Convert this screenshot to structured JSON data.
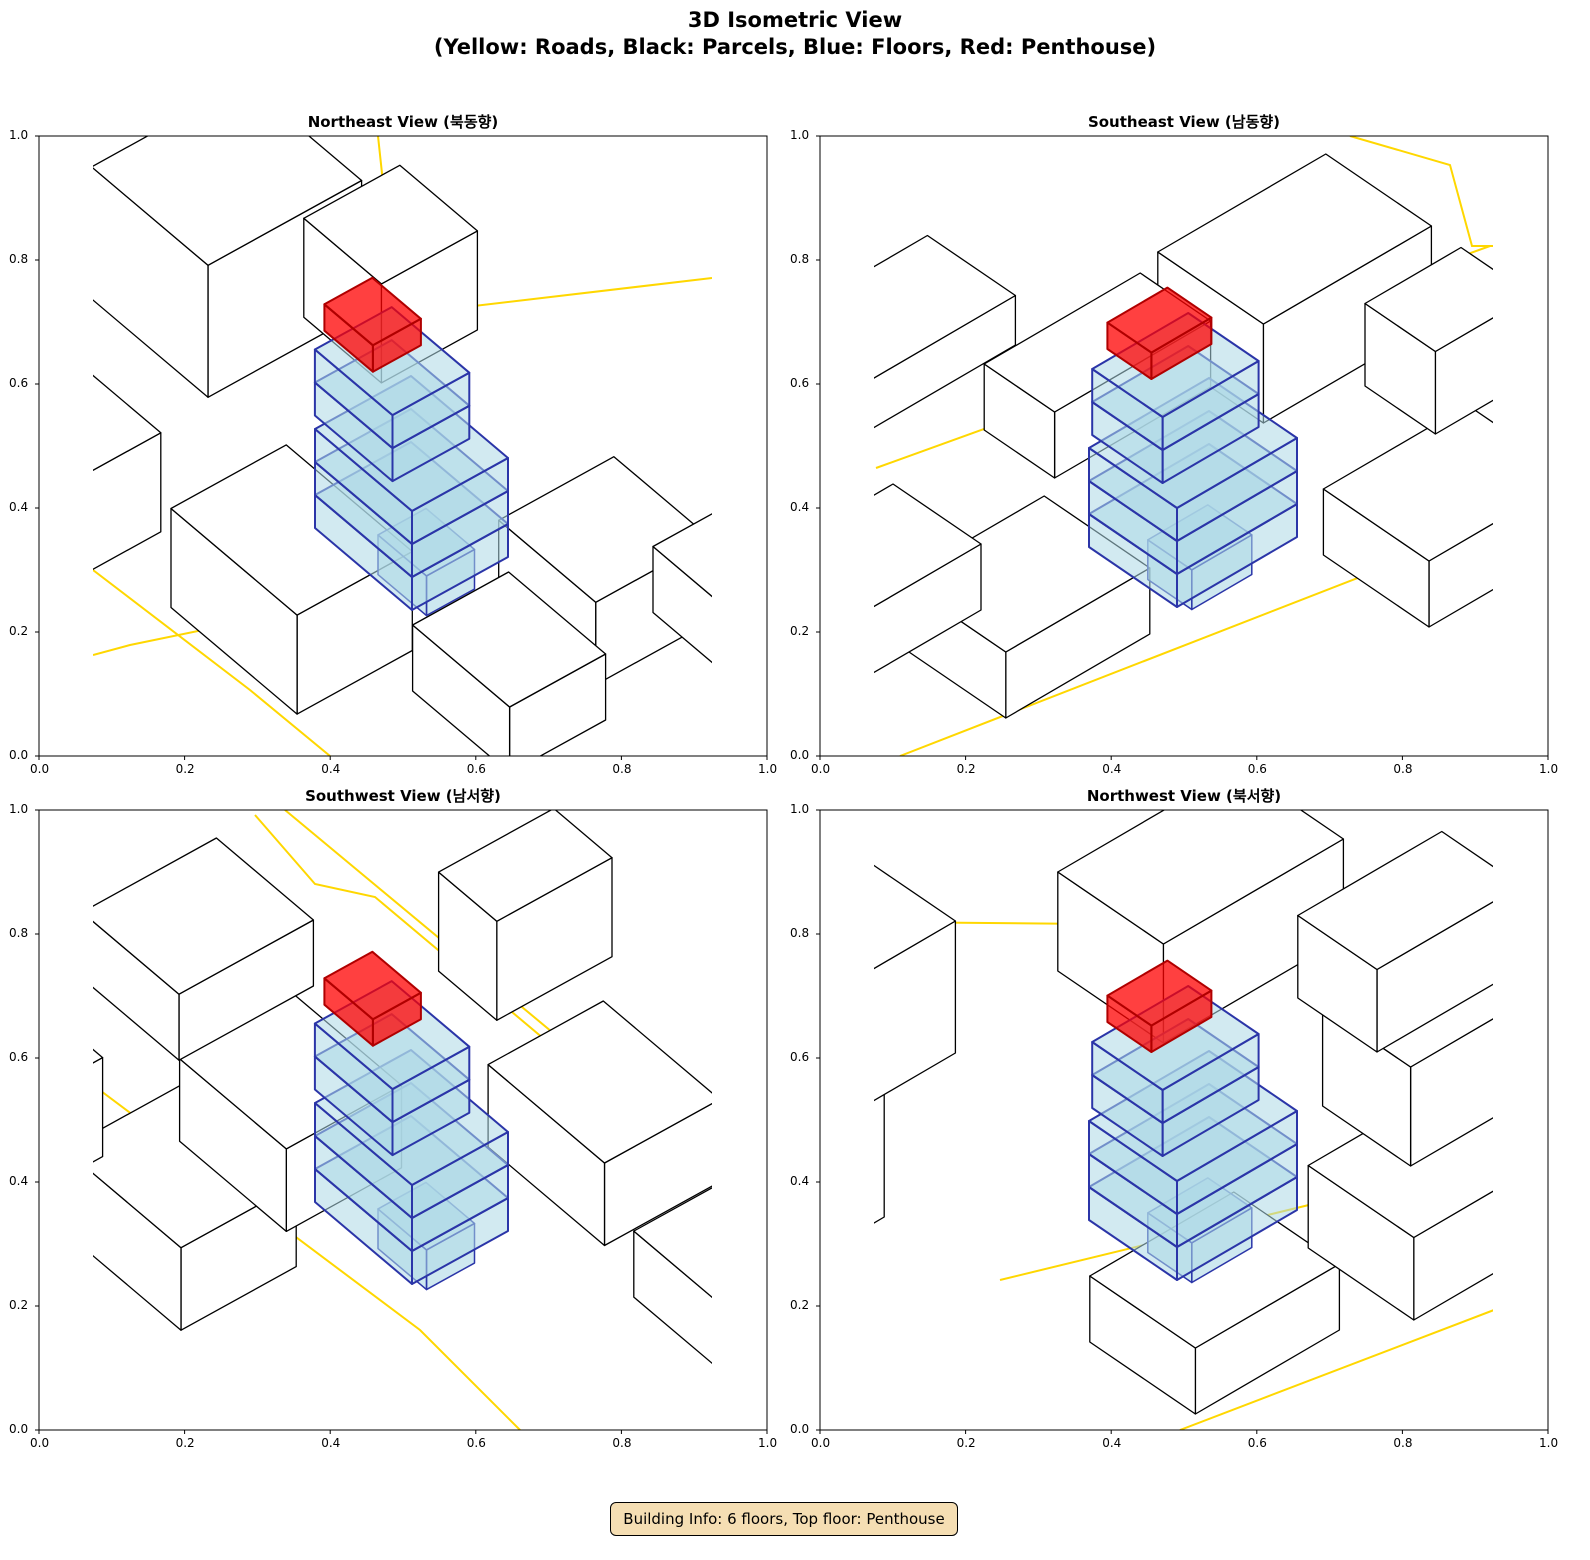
{
  "title_line1": "3D Isometric View",
  "title_line2": "(Yellow: Roads, Black: Parcels, Blue: Floors, Red: Penthouse)",
  "info": "Building Info: 6 floors, Top floor: Penthouse",
  "colors": {
    "road": "#ffd700",
    "parcel": "#000000",
    "floor_fill": "#add8e6",
    "floor_edge": "#2b35a8",
    "penthouse": "#ff0000"
  },
  "chart_data": [
    {
      "type": "diagram",
      "title": "Northeast View (북동향)",
      "xlim": [
        0,
        1
      ],
      "ylim": [
        0,
        1
      ],
      "xticks": [
        "0.0",
        "0.2",
        "0.4",
        "0.6",
        "0.8",
        "1.0"
      ],
      "yticks": [
        "0.0",
        "0.2",
        "0.4",
        "0.6",
        "0.8",
        "1.0"
      ]
    },
    {
      "type": "diagram",
      "title": "Southeast View (남동향)",
      "xlim": [
        0,
        1
      ],
      "ylim": [
        0,
        1
      ],
      "xticks": [
        "0.0",
        "0.2",
        "0.4",
        "0.6",
        "0.8",
        "1.0"
      ],
      "yticks": [
        "0.0",
        "0.2",
        "0.4",
        "0.6",
        "0.8",
        "1.0"
      ]
    },
    {
      "type": "diagram",
      "title": "Southwest View (남서향)",
      "xlim": [
        0,
        1
      ],
      "ylim": [
        0,
        1
      ],
      "xticks": [
        "0.0",
        "0.2",
        "0.4",
        "0.6",
        "0.8",
        "1.0"
      ],
      "yticks": [
        "0.0",
        "0.2",
        "0.4",
        "0.6",
        "0.8",
        "1.0"
      ]
    },
    {
      "type": "diagram",
      "title": "Northwest View (북서향)",
      "xlim": [
        0,
        1
      ],
      "ylim": [
        0,
        1
      ],
      "xticks": [
        "0.0",
        "0.2",
        "0.4",
        "0.6",
        "0.8",
        "1.0"
      ],
      "yticks": [
        "0.0",
        "0.2",
        "0.4",
        "0.6",
        "0.8",
        "1.0"
      ]
    }
  ]
}
